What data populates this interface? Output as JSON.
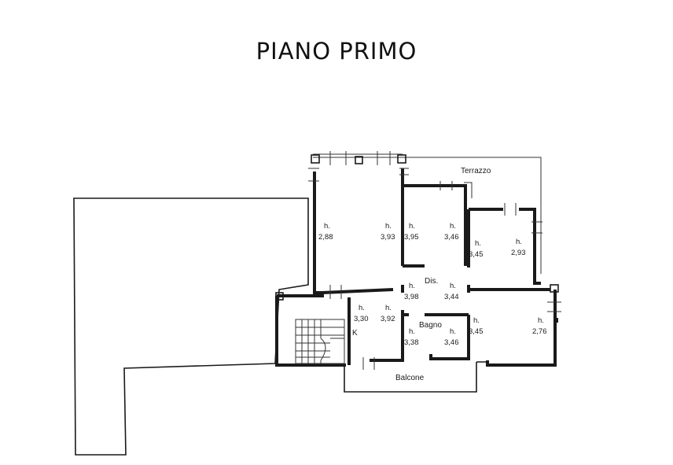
{
  "title": "PIANO PRIMO",
  "rooms": {
    "terrazzo": "Terrazzo",
    "dis": "Dis.",
    "bagno": "Bagno",
    "balcone": "Balcone",
    "k": "K"
  },
  "heights": [
    {
      "id": "h1",
      "label": "h.",
      "value": "2,88"
    },
    {
      "id": "h2",
      "label": "h.",
      "value": "3,93"
    },
    {
      "id": "h3",
      "label": "h.",
      "value": "3,95"
    },
    {
      "id": "h4",
      "label": "h.",
      "value": "3,46"
    },
    {
      "id": "h5",
      "label": "h.",
      "value": "3,45"
    },
    {
      "id": "h6",
      "label": "h.",
      "value": "2,93"
    },
    {
      "id": "h7",
      "label": "h.",
      "value": "3,98"
    },
    {
      "id": "h8",
      "label": "h.",
      "value": "3,44"
    },
    {
      "id": "h9",
      "label": "h.",
      "value": "3,30"
    },
    {
      "id": "h10",
      "label": "h.",
      "value": "3,92"
    },
    {
      "id": "h11",
      "label": "h.",
      "value": "3,38"
    },
    {
      "id": "h12",
      "label": "h.",
      "value": "3,46"
    },
    {
      "id": "h13",
      "label": "h.",
      "value": "3,45"
    },
    {
      "id": "h14",
      "label": "h.",
      "value": "2,76"
    }
  ]
}
